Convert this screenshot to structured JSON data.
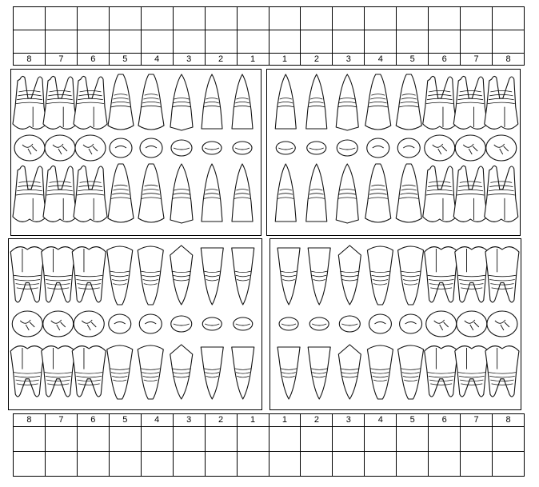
{
  "top_chart": {
    "numbers": [
      "8",
      "7",
      "6",
      "5",
      "4",
      "3",
      "2",
      "1",
      "1",
      "2",
      "3",
      "4",
      "5",
      "6",
      "7",
      "8"
    ]
  },
  "bottom_chart": {
    "numbers": [
      "8",
      "7",
      "6",
      "5",
      "4",
      "3",
      "2",
      "1",
      "1",
      "2",
      "3",
      "4",
      "5",
      "6",
      "7",
      "8"
    ]
  },
  "panels": [
    {
      "id": "upper-right",
      "order": [
        8,
        7,
        6,
        5,
        4,
        3,
        2,
        1
      ]
    },
    {
      "id": "upper-left",
      "order": [
        1,
        2,
        3,
        4,
        5,
        6,
        7,
        8
      ]
    },
    {
      "id": "lower-right",
      "order": [
        8,
        7,
        6,
        5,
        4,
        3,
        2,
        1
      ]
    },
    {
      "id": "lower-left",
      "order": [
        1,
        2,
        3,
        4,
        5,
        6,
        7,
        8
      ]
    }
  ],
  "colors": {
    "line": "#111111",
    "background": "#ffffff"
  }
}
